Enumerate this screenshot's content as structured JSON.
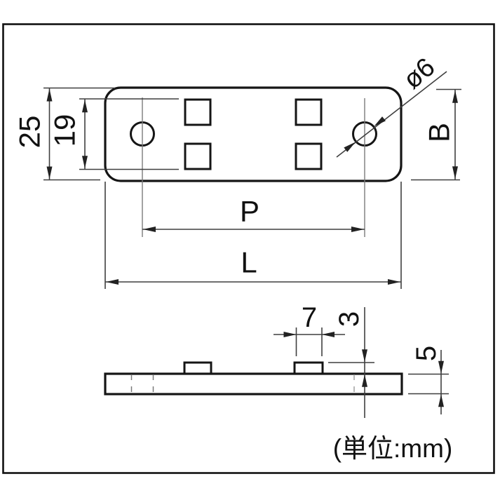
{
  "colors": {
    "ink": "#151515",
    "dim_line": "#3f3f3f",
    "background": "#ffffff"
  },
  "unit_note": "(単位:mm)",
  "top_view": {
    "overall_height": "25",
    "hole_span": "19",
    "hole_diameter": "ø6",
    "width": "B",
    "hole_pitch": "P",
    "overall_length": "L"
  },
  "side_view": {
    "boss_width": "7",
    "boss_height": "3",
    "thickness": "5"
  }
}
